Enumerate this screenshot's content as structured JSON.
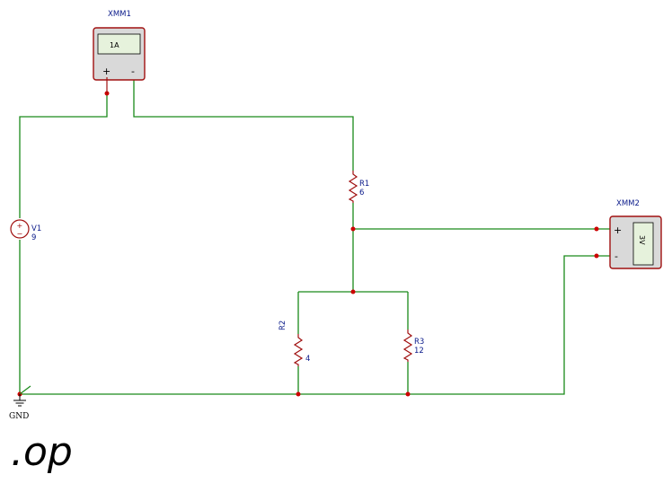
{
  "colors": {
    "wire": "#1a8a1a",
    "component": "#a01010",
    "junction": "#cc0000",
    "label": "#0a1a8a",
    "meter_body": "#d9d9d9",
    "meter_screen": "#e6f2dc"
  },
  "meters": {
    "xmm1": {
      "name": "XMM1",
      "reading": "1A",
      "plus": "+",
      "minus": "-"
    },
    "xmm2": {
      "name": "XMM2",
      "reading": "3V",
      "plus": "+",
      "minus": "-"
    }
  },
  "source": {
    "name": "V1",
    "value": "9",
    "plus": "+",
    "minus": "−"
  },
  "resistors": {
    "r1": {
      "name": "R1",
      "value": "6"
    },
    "r2": {
      "name": "R2",
      "value": "4"
    },
    "r3": {
      "name": "R3",
      "value": "12"
    }
  },
  "ground": {
    "label": "GND"
  },
  "directive": ".op"
}
